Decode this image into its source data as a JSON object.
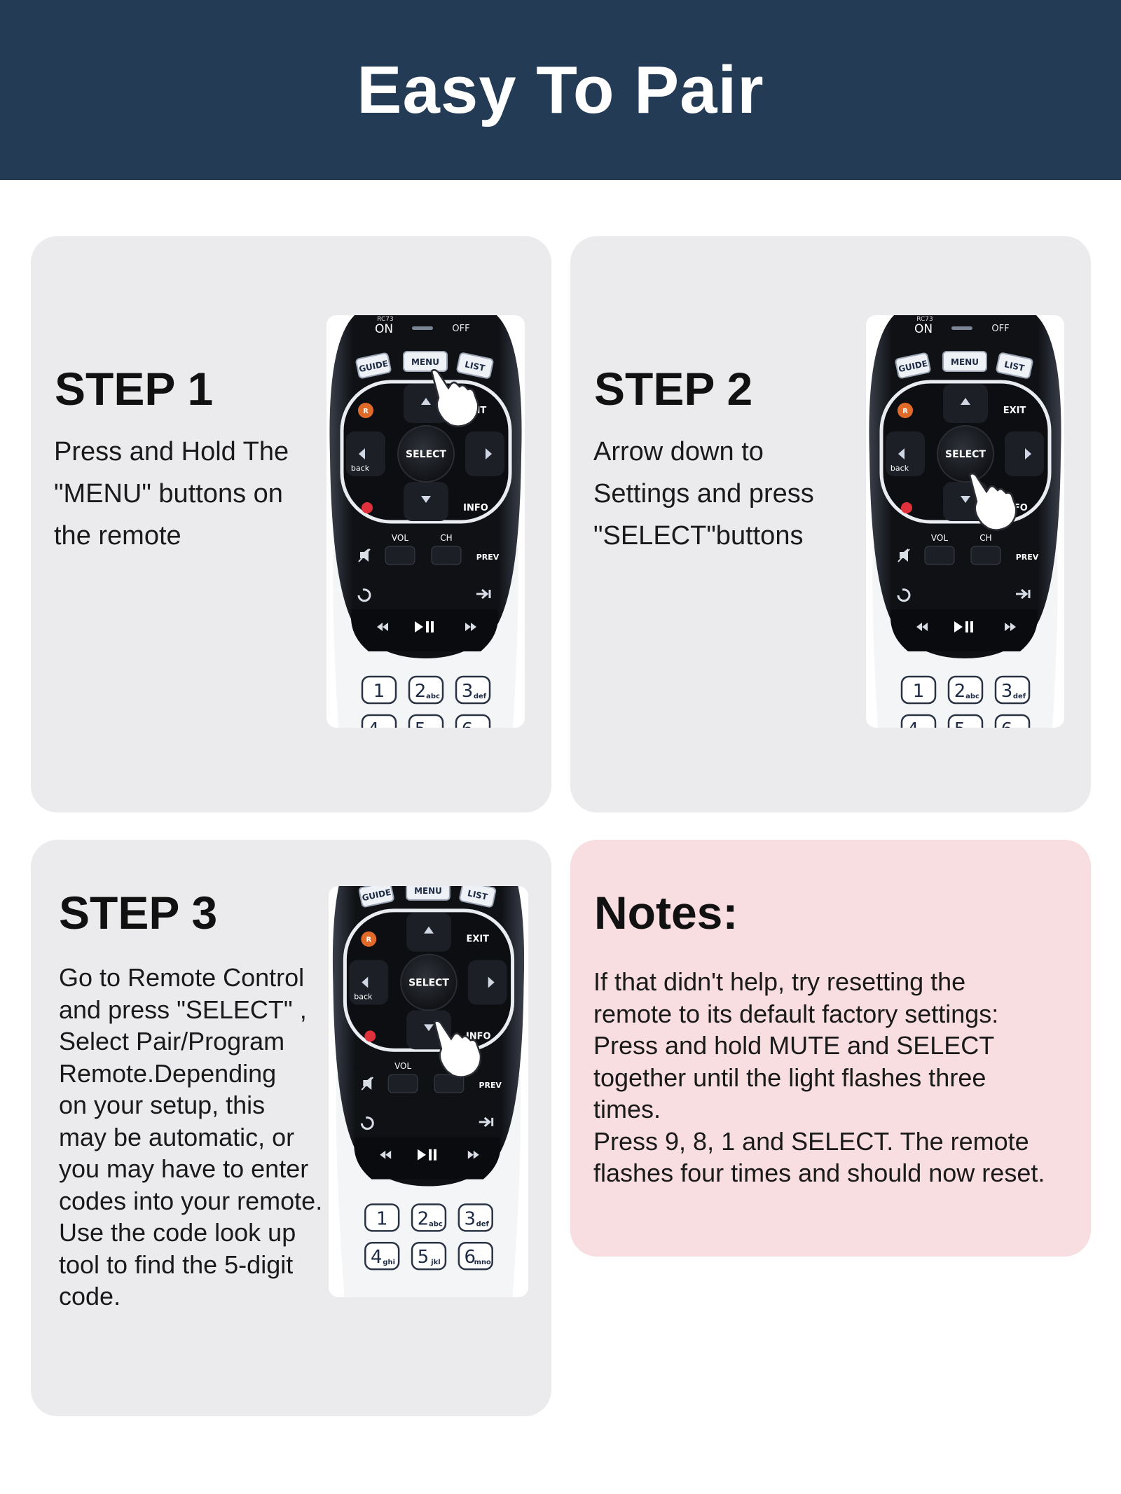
{
  "header": {
    "title": "Easy To Pair"
  },
  "steps": [
    {
      "title": "STEP 1",
      "lines": [
        "Press and Hold The",
        "\"MENU\" buttons on",
        "the remote"
      ]
    },
    {
      "title": "STEP 2",
      "lines": [
        "Arrow down to",
        "Settings and press",
        "\"SELECT\"buttons"
      ]
    },
    {
      "title": "STEP 3",
      "lines": [
        "Go to Remote Control",
        "and press \"SELECT\" ,",
        "Select Pair/Program",
        "Remote.Depending",
        "on your setup, this",
        "may be automatic, or",
        "you may have to enter",
        "codes into your remote.",
        "Use the code look up",
        "tool to find the 5-digit",
        "code."
      ]
    }
  ],
  "notes": {
    "title": "Notes:",
    "lines": [
      "If that didn't help, try resetting the",
      "remote to its default factory settings:",
      "Press and hold MUTE and SELECT",
      "together until the light flashes three",
      "times.",
      "Press 9, 8, 1 and SELECT. The remote",
      "flashes four times and should now reset."
    ]
  },
  "remote": {
    "model": "RC73",
    "on": "ON",
    "off": "OFF",
    "guide": "GUIDE",
    "menu": "MENU",
    "list": "LIST",
    "exit": "EXIT",
    "select": "SELECT",
    "back": "back",
    "info": "INFO",
    "vol": "VOL",
    "ch": "CH",
    "prev": "PREV",
    "record": "R",
    "keys": [
      {
        "num": "1",
        "letters": ""
      },
      {
        "num": "2",
        "letters": "abc"
      },
      {
        "num": "3",
        "letters": "def"
      },
      {
        "num": "4",
        "letters": "ghi"
      },
      {
        "num": "5",
        "letters": "jkl"
      },
      {
        "num": "6",
        "letters": "mno"
      }
    ],
    "icons": [
      "up-arrow-icon",
      "down-arrow-icon",
      "left-arrow-icon",
      "right-arrow-icon",
      "mute-icon",
      "replay-icon",
      "skip-icon",
      "rewind-icon",
      "play-pause-icon",
      "fast-forward-icon",
      "pointing-hand-icon"
    ]
  },
  "colors": {
    "header_bg": "#243b56",
    "card_bg": "#ebebed",
    "notes_bg": "#f8dde1",
    "remote_body": "#121418",
    "record_orange": "#e06a2a",
    "red_dot": "#e0303c"
  }
}
